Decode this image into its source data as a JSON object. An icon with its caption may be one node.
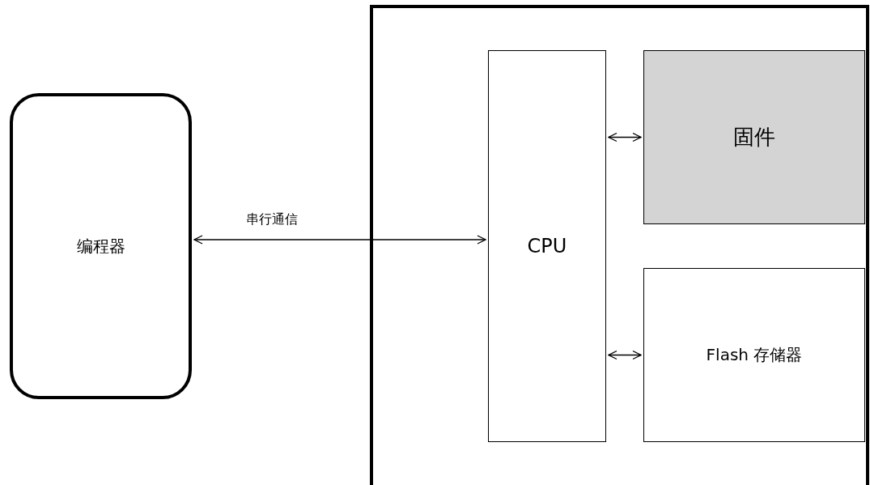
{
  "diagram": {
    "nodes": [
      {
        "text": [
          "编程器"
        ]
      },
      {
        "text": [],
        "shape": "box"
      },
      {
        "text": [
          "CPU"
        ],
        "in": 1
      },
      {
        "text": [
          "固件"
        ],
        "in": 1
      },
      {
        "text": [
          "Flash 存储器"
        ],
        "in": 1
      }
    ],
    "edges": [
      {
        "from": 0,
        "to": 2,
        "arrow": "both",
        "label": "串行通信"
      },
      {
        "from": 2,
        "to": 3,
        "arrow": "both"
      },
      {
        "from": 2,
        "to": 4,
        "arrow": "both"
      }
    ]
  }
}
